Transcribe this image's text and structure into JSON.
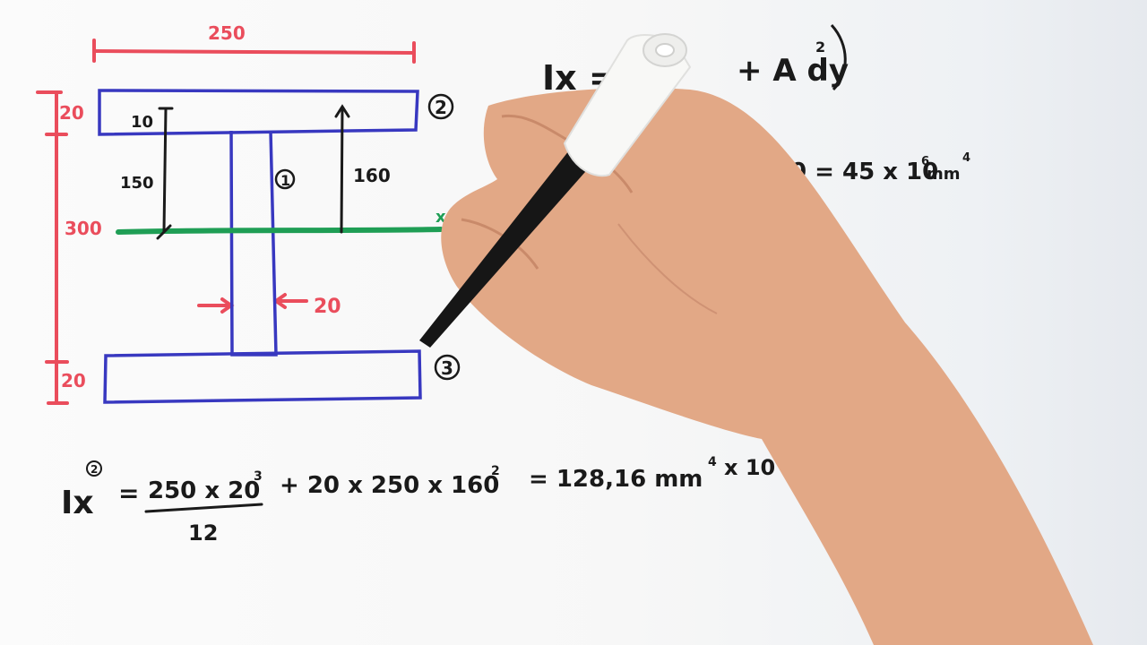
{
  "drawing": {
    "flange_width": "250",
    "top_flange_thickness": "20",
    "bottom_flange_thickness": "20",
    "total_height": "300",
    "web_thickness": "20",
    "dist_150": "150",
    "dist_160": "160",
    "dist_10": "10",
    "part_web": "1",
    "part_top": "2",
    "part_bottom": "3",
    "axis_label": "x"
  },
  "formulas": {
    "general_lhs": "Ix =",
    "general_rhs": "+ A dy",
    "general_exp": "2",
    "partial_result_value": "0 = 45 x 10",
    "partial_result_exp": "6",
    "partial_result_unit": "mm",
    "partial_result_unit_exp": "4",
    "bottom_lhs": "Ix",
    "bottom_superscript": "2",
    "bottom_equals": "=",
    "bottom_numerator": "250 x 20",
    "bottom_numerator_exp": "3",
    "bottom_denominator": "12",
    "bottom_term": "+ 20 x 250 x 160",
    "bottom_term_exp": "2",
    "bottom_result": "= 128,16 mm",
    "bottom_result_exp": "4",
    "bottom_result_tail": "x 10"
  },
  "colors": {
    "red_ink": "#ea4d5c",
    "blue_ink": "#3838c0",
    "green_ink": "#1f9e55",
    "black_ink": "#1a1a1a",
    "skin": "#e2a886"
  }
}
